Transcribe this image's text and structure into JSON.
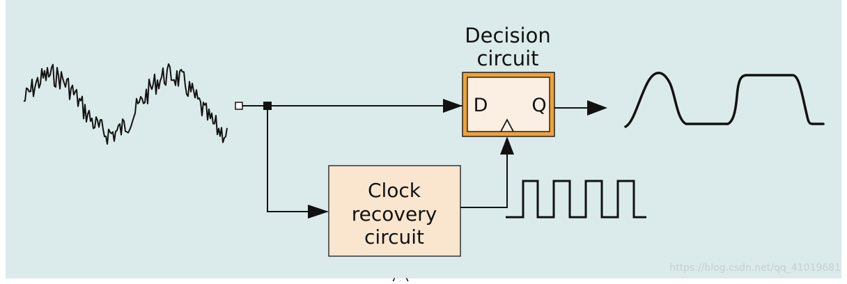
{
  "decision": {
    "title_line1": "Decision",
    "title_line2": "circuit",
    "port_d": "D",
    "port_q": "Q"
  },
  "clock_recovery": {
    "line1": "Clock",
    "line2": "recovery",
    "line3": "circuit"
  },
  "caption": "(a)",
  "watermark": "https://blog.csdn.net/qq_41019681",
  "colors": {
    "page_bg": "#ffffff",
    "panel_bg": "#dbeaea",
    "box_fill": "#fae6cf",
    "box_border": "#333333",
    "decision_border_orange": "#f0a236",
    "line": "#111111"
  }
}
